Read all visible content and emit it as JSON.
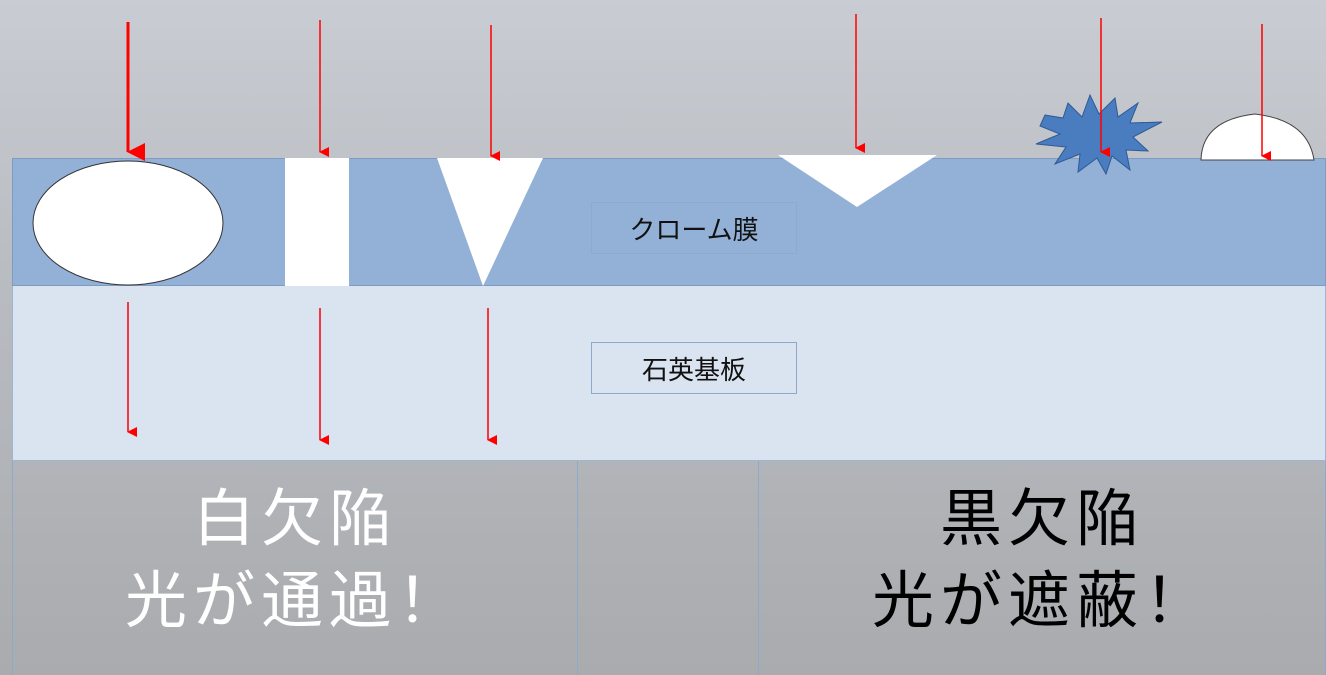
{
  "layers": {
    "chrome_film": "クローム膜",
    "quartz_substrate": "石英基板"
  },
  "white_defect": {
    "title": "白欠陥",
    "description": "光が通過！"
  },
  "black_defect": {
    "title": "黒欠陥",
    "description": "光が遮蔽！"
  },
  "colors": {
    "chrome_film": "#93b1d7",
    "quartz_substrate": "#dae3f0",
    "arrow": "#ff0000",
    "particle": "#4a7cc0",
    "defect_void": "#ffffff"
  }
}
